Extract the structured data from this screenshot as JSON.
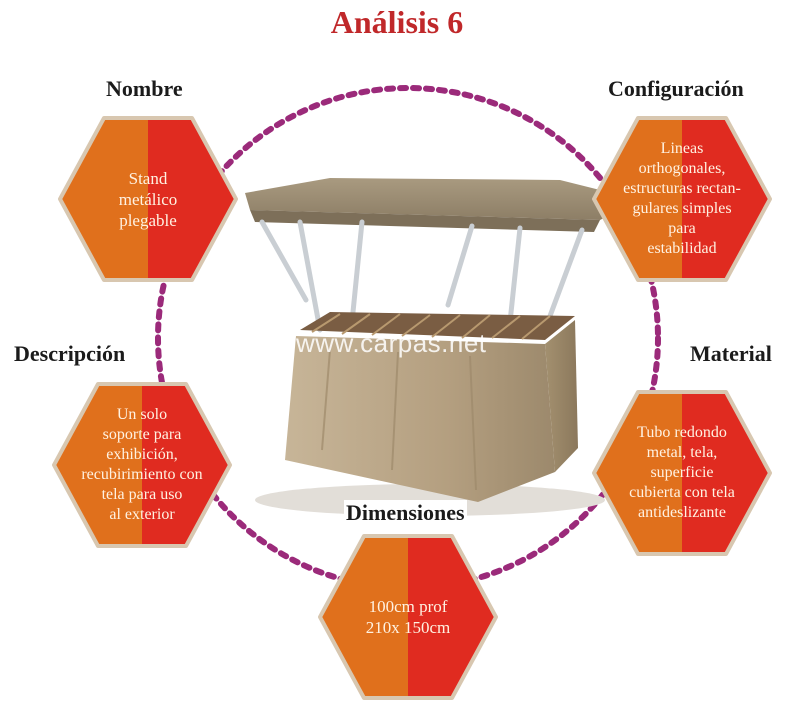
{
  "title": "Análisis 6",
  "colors": {
    "title": "#c0282a",
    "hex_left": "#e0701c",
    "hex_right": "#e02b20",
    "hex_border": "#d8c7b0",
    "dots": "#9b2a7a"
  },
  "watermark": "www.carpas.net",
  "nodes": {
    "nombre": {
      "label": "Nombre",
      "text": "Stand\nmetálico\nplegable"
    },
    "configuracion": {
      "label": "Configuración",
      "text": "Lineas\northogonales,\nestructuras rectan-\ngulares  simples\npara\nestabilidad"
    },
    "descripcion": {
      "label": "Descripción",
      "text": "Un solo\nsoporte para\nexhibición,\nrecubirimiento con\ntela para uso\nal exterior"
    },
    "material": {
      "label": "Material",
      "text": "Tubo redondo\nmetal, tela,\nsuperficie\ncubierta con tela\nantideslizante"
    },
    "dimensiones": {
      "label": "Dimensiones",
      "text": "100cm prof\n210x 150cm"
    }
  }
}
